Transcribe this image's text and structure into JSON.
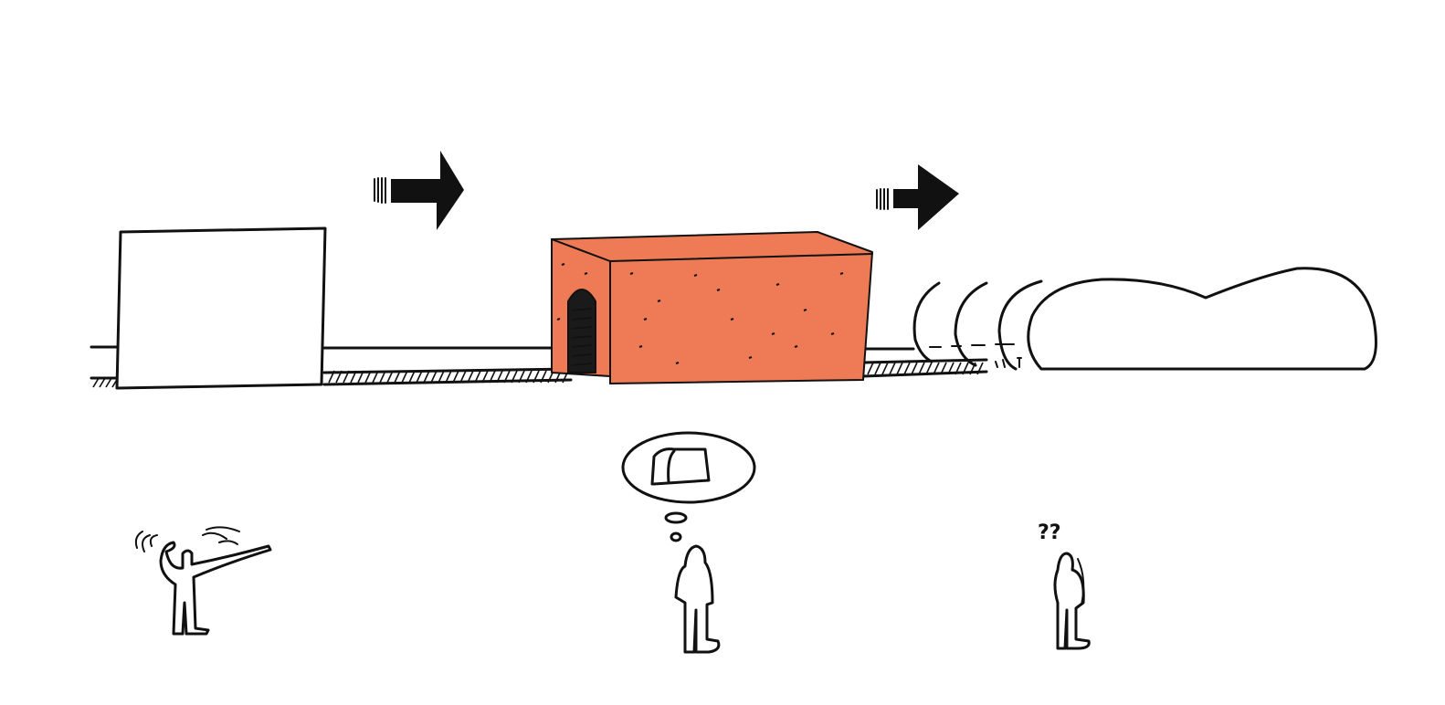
{
  "colors": {
    "ink": "#111111",
    "brick": "#ee7b56",
    "background": "#ffffff"
  },
  "stages": [
    {
      "name": "plain-block",
      "fill": "white"
    },
    {
      "name": "textured-brick-volume",
      "fill": "#ee7b56"
    },
    {
      "name": "soft-cloud-form",
      "fill": "white"
    }
  ],
  "arrows": [
    "arrow-right-icon",
    "arrow-right-icon"
  ],
  "figures": [
    {
      "name": "architect-figure",
      "icon": "gesturing-person-icon"
    },
    {
      "name": "thinking-figure",
      "icon": "standing-person-icon",
      "thought": "thought-bubble-icon"
    },
    {
      "name": "confused-figure",
      "icon": "standing-person-icon"
    }
  ],
  "labels": {
    "question_marks": "??"
  }
}
